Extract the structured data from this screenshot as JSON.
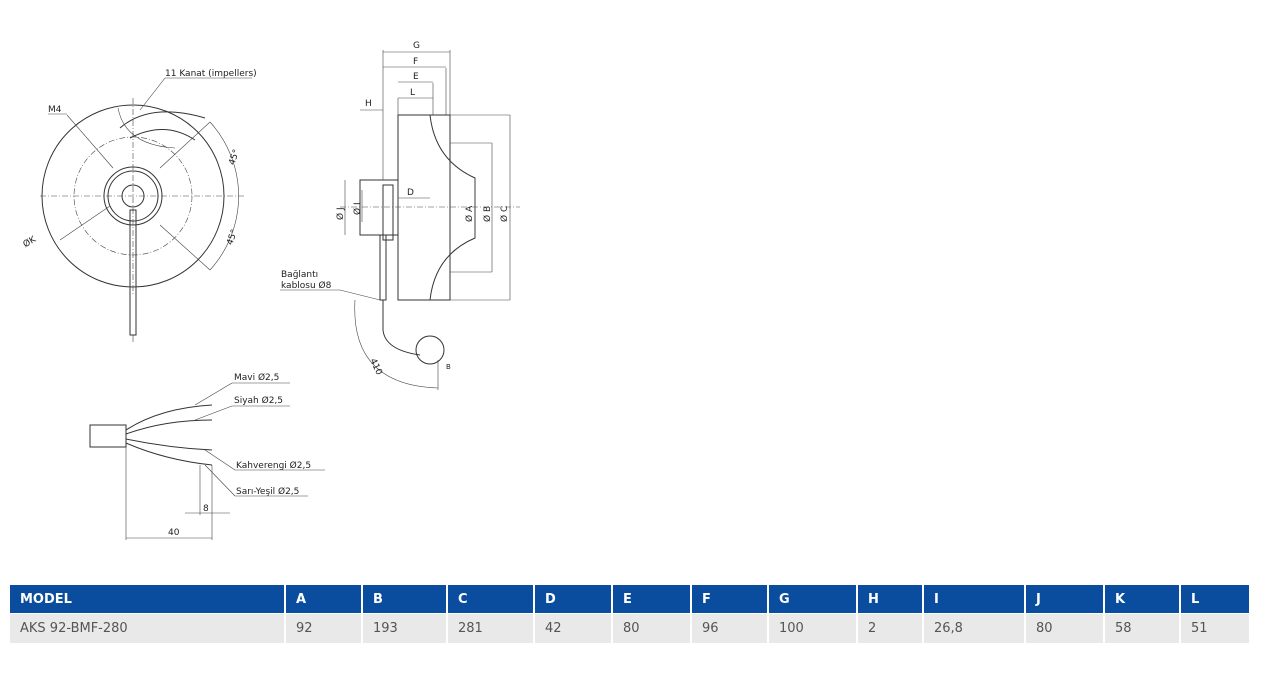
{
  "drawing": {
    "front_view": {
      "impellers": "11 Kanat (impellers)",
      "thread": "M4",
      "angle_top": "45°",
      "angle_bottom": "45°",
      "diameter_k": "ØK"
    },
    "side_view": {
      "g": "G",
      "f": "F",
      "e": "E",
      "l": "L",
      "h": "H",
      "d": "D",
      "dia_j": "Ø J",
      "dia_i": "Ø I",
      "dia_a": "Ø A",
      "dia_b": "Ø B",
      "dia_c": "Ø C",
      "cable_line1": "Bağlantı",
      "cable_line2": "kablosu Ø8",
      "cable_length": "410",
      "detail": "B"
    },
    "wire_view": {
      "blue": "Mavi Ø2,5",
      "black": "Siyah Ø2,5",
      "brown": "Kahverengi Ø2,5",
      "yellow_green": "Sarı-Yeşil Ø2,5",
      "strip": "8",
      "length": "40"
    }
  },
  "table": {
    "headers": [
      "MODEL",
      "A",
      "B",
      "C",
      "D",
      "E",
      "F",
      "G",
      "H",
      "I",
      "J",
      "K",
      "L"
    ],
    "rows": [
      [
        "AKS 92-BMF-280",
        "92",
        "193",
        "281",
        "42",
        "80",
        "96",
        "100",
        "2",
        "26,8",
        "80",
        "58",
        "51"
      ]
    ]
  },
  "colors": {
    "header_bg": "#0a4d9e",
    "row_bg": "#e9e9e9"
  }
}
